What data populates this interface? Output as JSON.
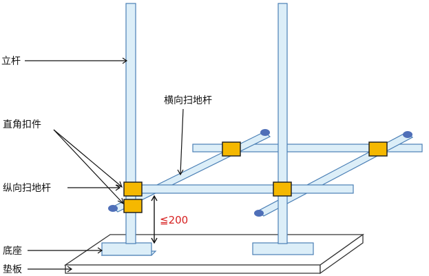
{
  "labels": {
    "upright_pole": "立杆",
    "transverse_sweep_pole": "横向扫地杆",
    "right_angle_coupler": "直角扣件",
    "longitudinal_sweep_pole": "纵向扫地杆",
    "base": "底座",
    "base_plate": "垫板"
  },
  "dimension": {
    "text": "≦200",
    "color": "#d62020"
  },
  "colors": {
    "pole_fill": "#dceef8",
    "pole_stroke": "#4a7fb5",
    "coupler_fill": "#f5b800",
    "coupler_stroke": "#222222",
    "pole_end_cap": "#4f6fb8",
    "plate_fill": "#ffffff",
    "plate_stroke": "#333333"
  }
}
